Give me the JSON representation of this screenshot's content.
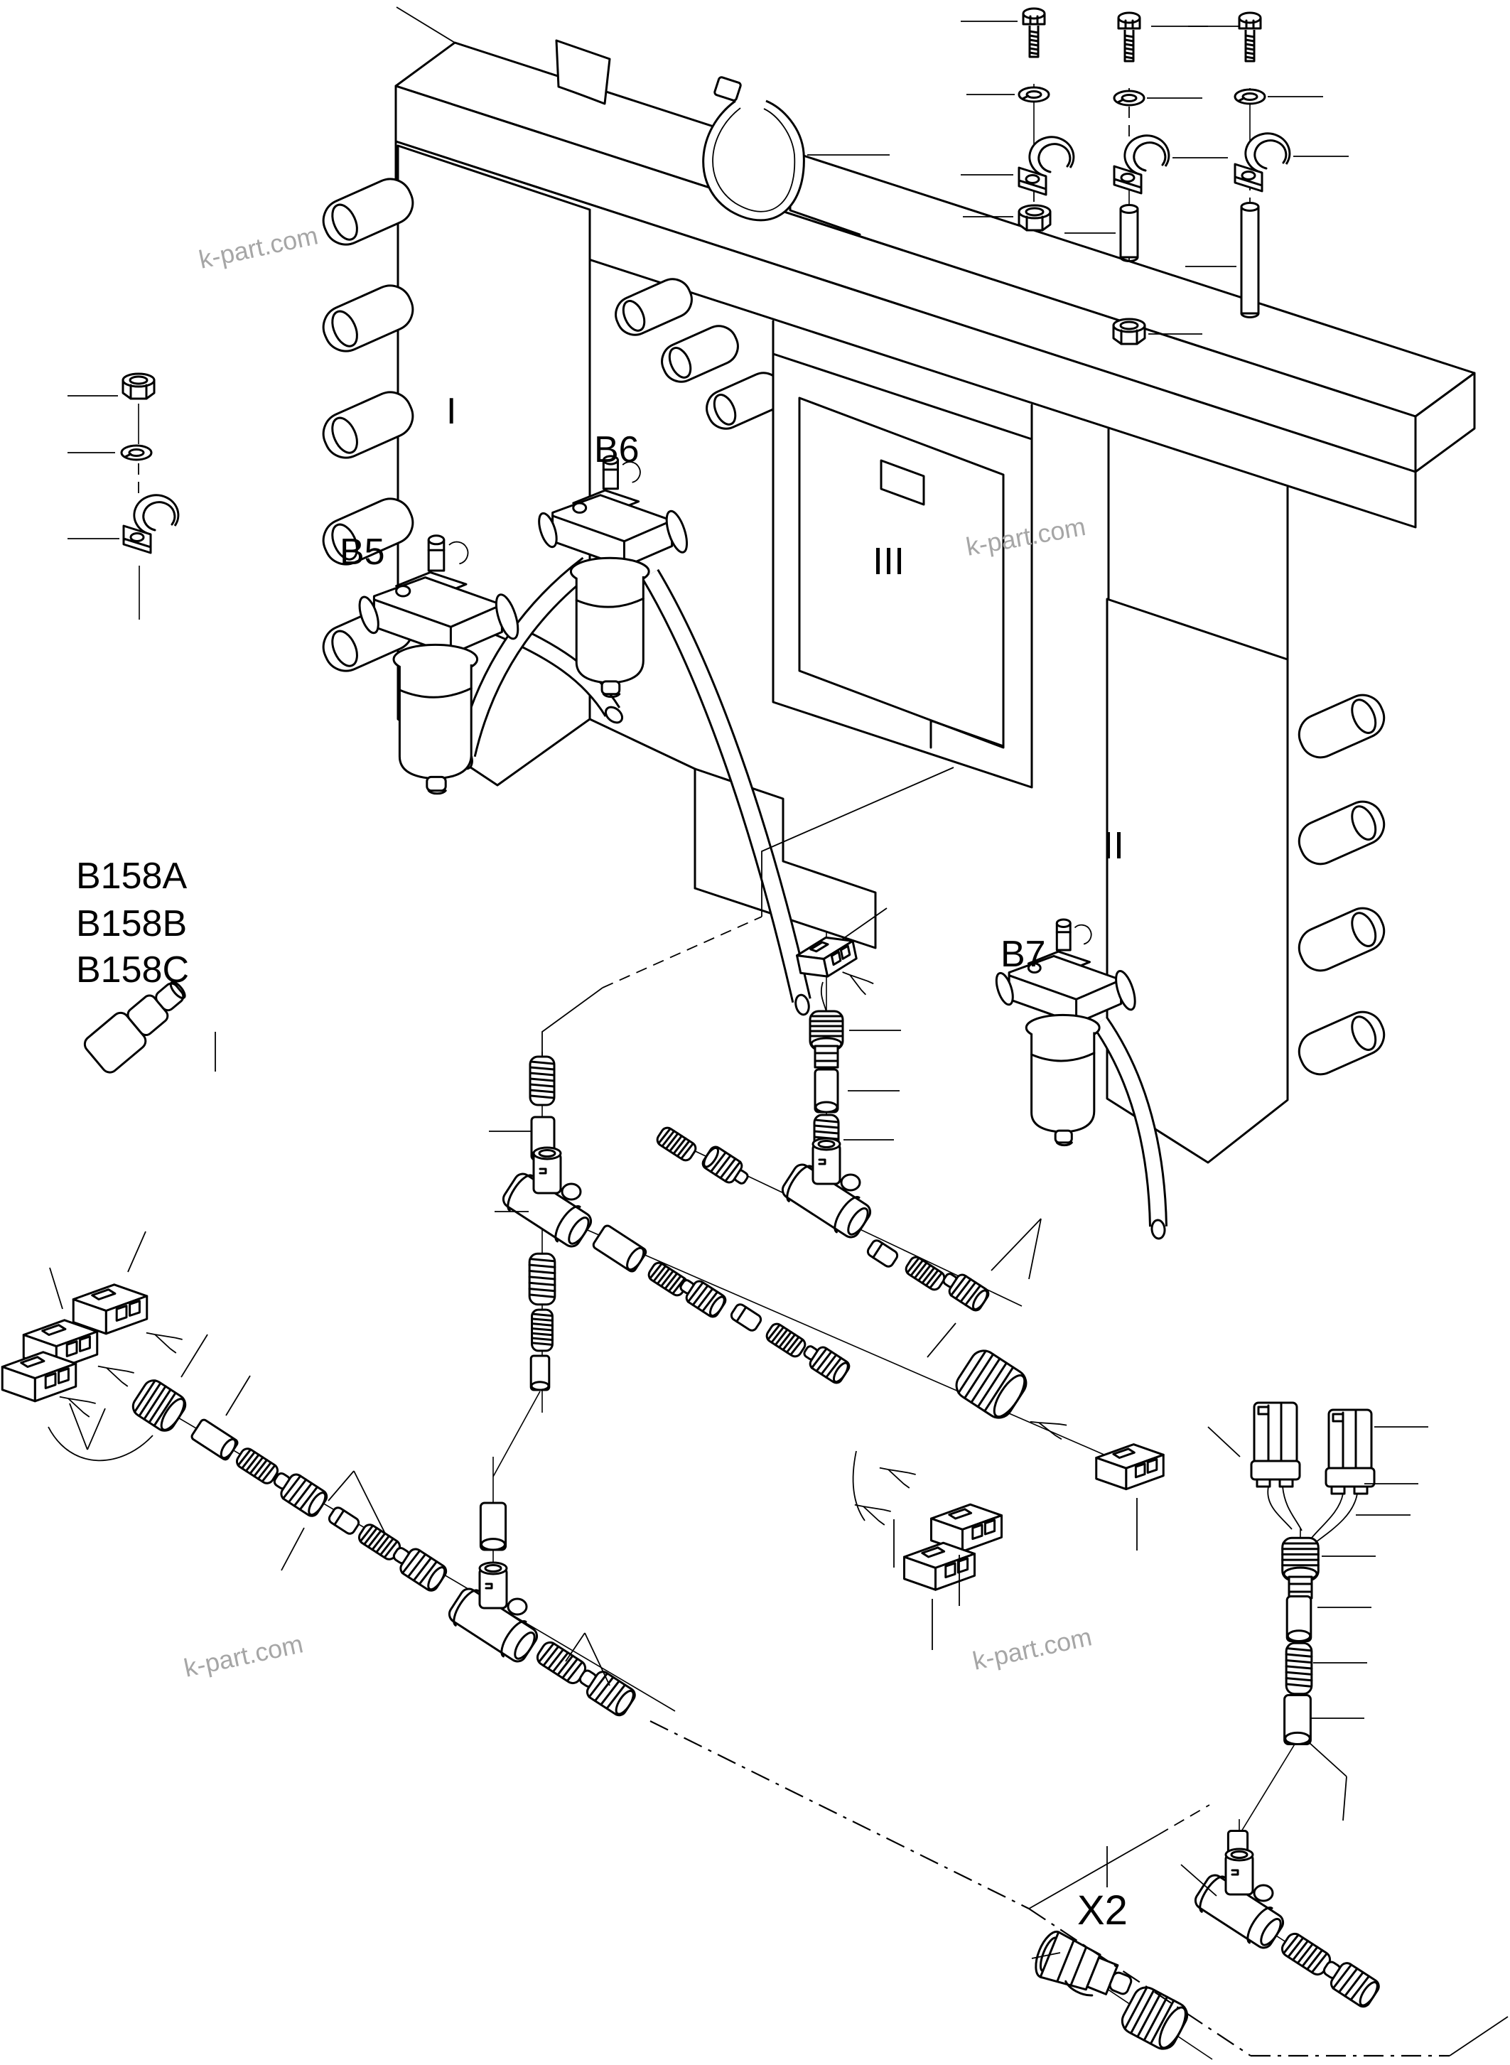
{
  "diagram": {
    "title": "exploded-parts-diagram-valve-block-filter-switches-wiring",
    "background": "#ffffff",
    "line_color": "#000000",
    "labels": {
      "section_i": "I",
      "section_ii": "II",
      "section_iii": "III",
      "sensor_b5": "B5",
      "sensor_b6": "B6",
      "sensor_b7": "B7",
      "sensor_b158a": "B158A",
      "sensor_b158b": "B158B",
      "sensor_b158c": "B158C",
      "connector_x2": "X2"
    },
    "watermark": {
      "text": "k-part.com",
      "color": "#a6a6a6"
    },
    "parts": [
      "valve-block-section-I",
      "valve-block-section-II",
      "valve-block-section-III",
      "mounting-beam",
      "support-foot",
      "pressure-filter-switch-B5",
      "pressure-filter-switch-B6",
      "pressure-filter-switch-B7",
      "sensor-B158",
      "hex-bolt",
      "spring-washer",
      "p-clamp",
      "lock-nut",
      "spacer-sleeve",
      "long-spacer-tube",
      "cable-tie",
      "two-pin-connector-housing",
      "relay-connector-housing",
      "crimp-terminal-wires",
      "knurled-cap-nut",
      "hex-collar",
      "protective-sleeve",
      "coil-guard-spring",
      "threaded-plug-fitting",
      "small-adapter-fitting",
      "tee-distributor-fitting",
      "plug-connector-X2",
      "hose"
    ]
  }
}
